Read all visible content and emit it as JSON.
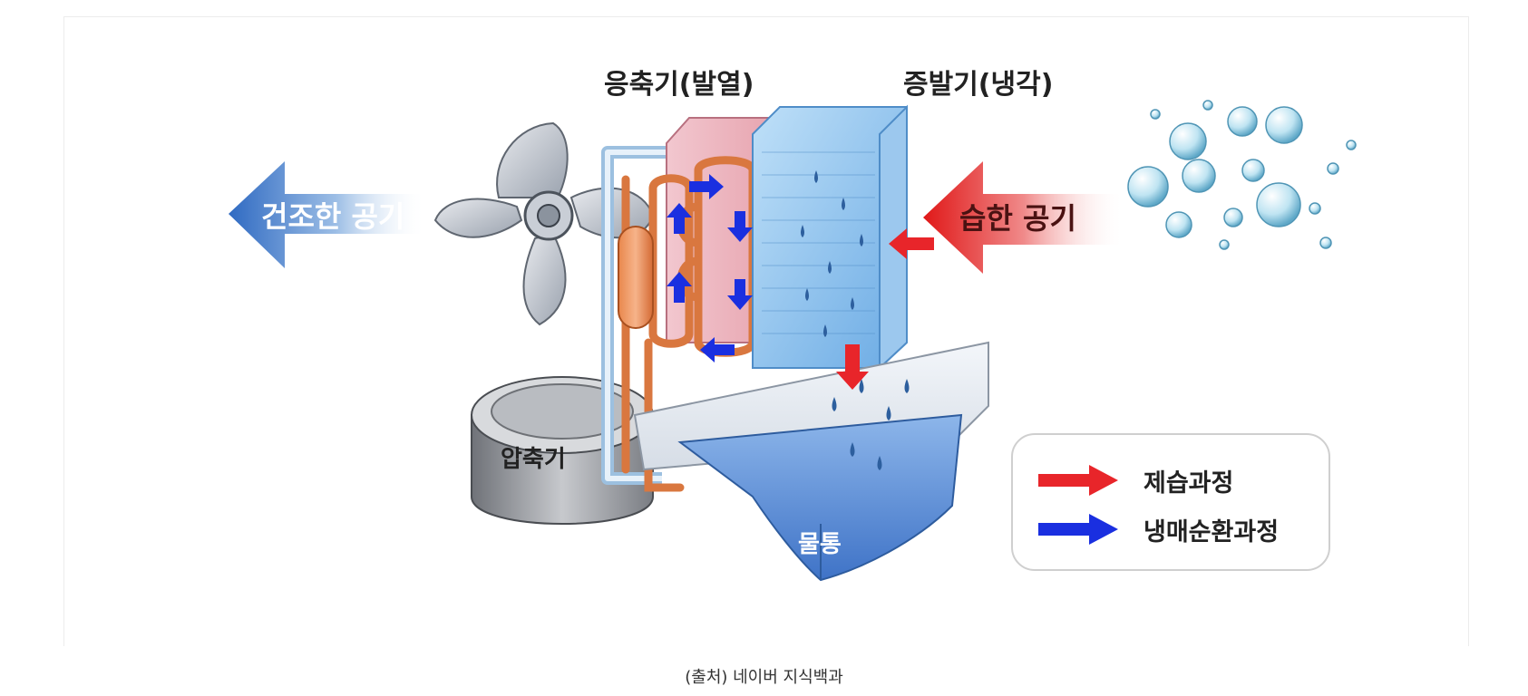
{
  "labels": {
    "condenser": "응축기(발열)",
    "evaporator": "증발기(냉각)",
    "dry_air": "건조한 공기",
    "humid_air": "습한 공기",
    "fan": "팬",
    "compressor": "압축기",
    "water_tank": "물통"
  },
  "legend": {
    "items": [
      {
        "label": "제습과정",
        "color": "#e8252a"
      },
      {
        "label": "냉매순환과정",
        "color": "#1a2fe0"
      }
    ]
  },
  "caption": "(출처) 네이버 지식백과",
  "colors": {
    "dry_air_arrow": "#3f78c8",
    "humid_air_arrow": "#e02020",
    "copper_pipe": "#d9773f",
    "evaporator_fins": "#7fb9ea",
    "water": "#5b8fd6"
  }
}
